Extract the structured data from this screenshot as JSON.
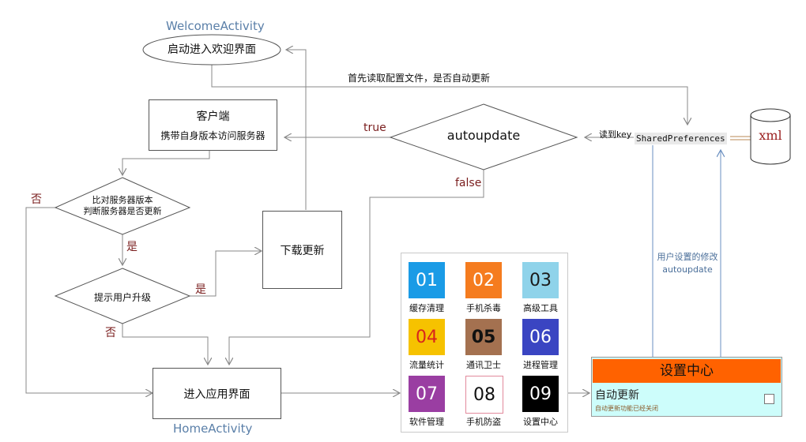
{
  "welcome": {
    "title": "WelcomeActivity",
    "label": "启动进入欢迎界面"
  },
  "read_config": "首先读取配置文件，是否自动更新",
  "client": {
    "title": "客户端",
    "subtitle": "携带自身版本访问服务器"
  },
  "autoupdate": {
    "label": "autoupdate",
    "true_label": "true",
    "false_label": "false"
  },
  "read_key": "读到key",
  "shared_prefs": "SharedPreferences",
  "xml": "xml",
  "compare": {
    "line1": "比对服务器版本",
    "line2": "判断服务器是否更新",
    "no_label": "否",
    "yes_label": "是"
  },
  "download": "下载更新",
  "prompt": {
    "label": "提示用户升级",
    "yes_label": "是",
    "no_label": "否"
  },
  "main": {
    "label": "进入应用界面",
    "title": "HomeActivity"
  },
  "user_modify": {
    "line1": "用户设置的修改",
    "line2": "autoupdate"
  },
  "grid": [
    {
      "num": "01",
      "label": "缓存清理",
      "bg": "#1a9be6",
      "fg": "#ffffff"
    },
    {
      "num": "02",
      "label": "手机杀毒",
      "bg": "#f57c1f",
      "fg": "#ffffff"
    },
    {
      "num": "03",
      "label": "高级工具",
      "bg": "#8fd3ea",
      "fg": "#1b1b1b"
    },
    {
      "num": "04",
      "label": "流量统计",
      "bg": "#f6c200",
      "fg": "#d8241c"
    },
    {
      "num": "05",
      "label": "通讯卫士",
      "bg": "#a47150",
      "fg": "#111111"
    },
    {
      "num": "06",
      "label": "进程管理",
      "bg": "#3a45c2",
      "fg": "#ffffff"
    },
    {
      "num": "07",
      "label": "软件管理",
      "bg": "#9a3ea2",
      "fg": "#ffffff"
    },
    {
      "num": "08",
      "label": "手机防盗",
      "bg": "#ffffff",
      "fg": "#111111"
    },
    {
      "num": "09",
      "label": "设置中心",
      "bg": "#000000",
      "fg": "#ffffff"
    }
  ],
  "settings": {
    "title": "设置中心",
    "item_label": "自动更新",
    "item_sub": "自动更新功能已经关闭"
  },
  "colors": {
    "line": "#888888",
    "blue_line": "#6a8fc0",
    "settings_header": "#ff6200",
    "settings_body": "#cdfdfb"
  }
}
